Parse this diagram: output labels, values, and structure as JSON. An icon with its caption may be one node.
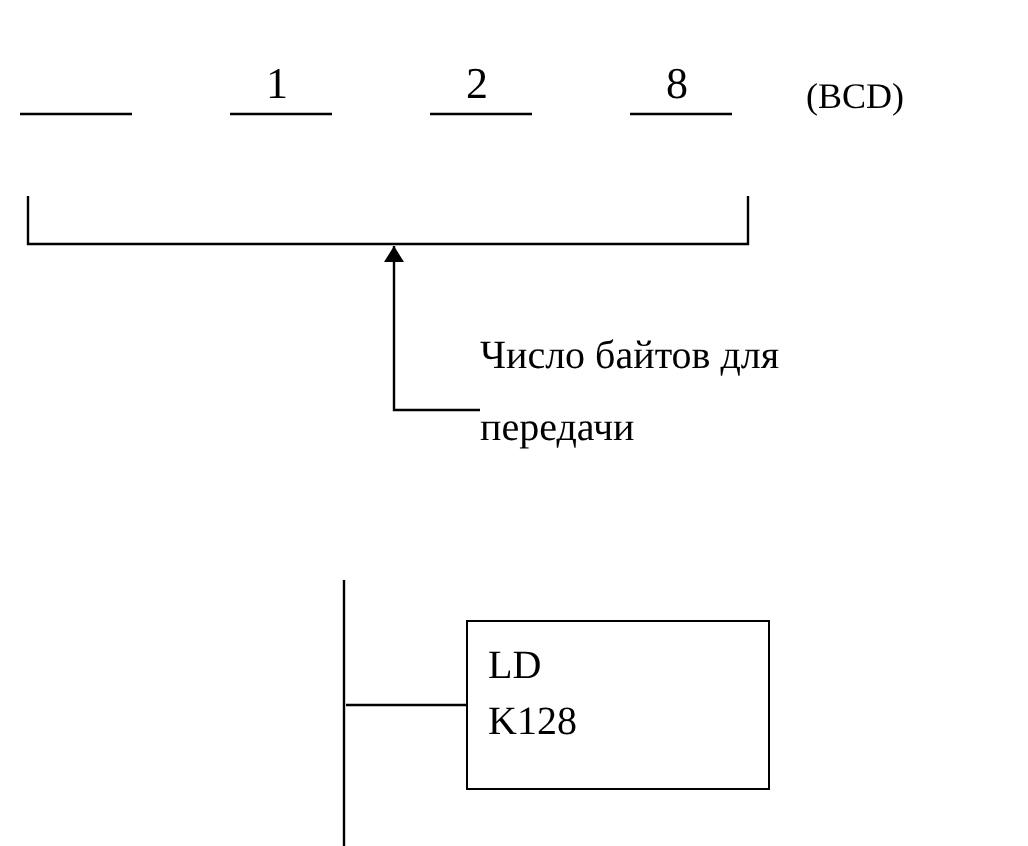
{
  "diagram": {
    "nodes": [
      {
        "text": [],
        "shape": "bracket"
      },
      {
        "text": [
          "Число байтов для передачи"
        ]
      },
      {
        "text": [],
        "shape": "bar"
      },
      {
        "text": [
          "LD",
          "K128"
        ]
      }
    ],
    "edges": [
      {
        "from": 1,
        "to": 0,
        "arrow": "to"
      },
      {
        "from": 2,
        "to": 3,
        "arrow": "none"
      }
    ],
    "labels": [
      "1",
      "2",
      "8",
      "(BCD)"
    ]
  }
}
